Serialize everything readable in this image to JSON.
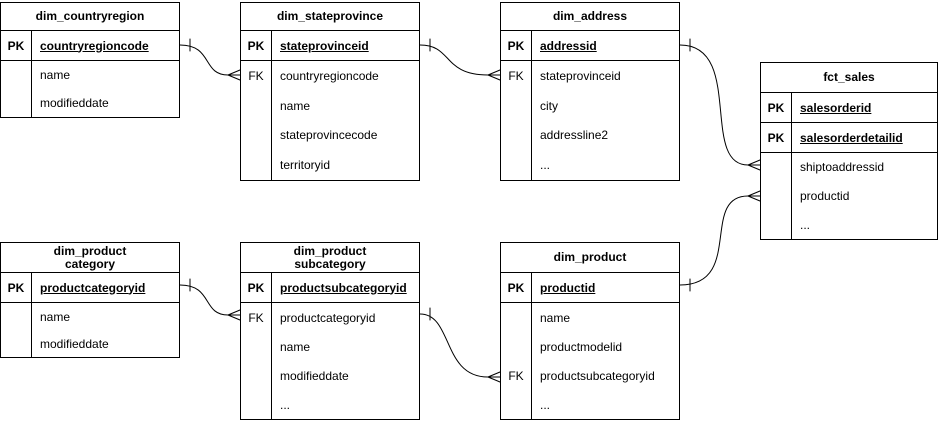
{
  "diagram": {
    "type": "entity-relationship-diagram",
    "notation": "crow-foot",
    "line_color": "#000000",
    "background_color": "#ffffff",
    "tables": [
      {
        "id": "dim_countryregion",
        "title_lines": [
          "dim_countryregion"
        ],
        "rows": [
          {
            "key": "PK",
            "label": "countryregioncode",
            "pk": true
          },
          {
            "key": "",
            "label": "name"
          },
          {
            "key": "",
            "label": "modifieddate"
          }
        ]
      },
      {
        "id": "dim_stateprovince",
        "title_lines": [
          "dim_stateprovince"
        ],
        "rows": [
          {
            "key": "PK",
            "label": "stateprovinceid",
            "pk": true
          },
          {
            "key": "FK",
            "label": "countryregioncode"
          },
          {
            "key": "",
            "label": "name"
          },
          {
            "key": "",
            "label": "stateprovincecode"
          },
          {
            "key": "",
            "label": "territoryid"
          }
        ]
      },
      {
        "id": "dim_address",
        "title_lines": [
          "dim_address"
        ],
        "rows": [
          {
            "key": "PK",
            "label": "addressid",
            "pk": true
          },
          {
            "key": "FK",
            "label": "stateprovinceid"
          },
          {
            "key": "",
            "label": "city"
          },
          {
            "key": "",
            "label": "addressline2"
          },
          {
            "key": "",
            "label": "..."
          }
        ]
      },
      {
        "id": "fct_sales",
        "title_lines": [
          "fct_sales"
        ],
        "rows": [
          {
            "key": "PK",
            "label": "salesorderid",
            "pk": true
          },
          {
            "key": "PK",
            "label": "salesorderdetailid",
            "pk": true
          },
          {
            "key": "",
            "label": "shiptoaddressid"
          },
          {
            "key": "",
            "label": "productid"
          },
          {
            "key": "",
            "label": "..."
          }
        ]
      },
      {
        "id": "dim_product category",
        "title_lines": [
          "dim_product",
          "category"
        ],
        "rows": [
          {
            "key": "PK",
            "label": "productcategoryid",
            "pk": true
          },
          {
            "key": "",
            "label": "name"
          },
          {
            "key": "",
            "label": "modifieddate"
          }
        ]
      },
      {
        "id": "dim_product subcategory",
        "title_lines": [
          "dim_product",
          "subcategory"
        ],
        "rows": [
          {
            "key": "PK",
            "label": "productsubcategoryid",
            "pk": true
          },
          {
            "key": "FK",
            "label": "productcategoryid"
          },
          {
            "key": "",
            "label": "name"
          },
          {
            "key": "",
            "label": "modifieddate"
          },
          {
            "key": "",
            "label": "..."
          }
        ]
      },
      {
        "id": "dim_product",
        "title_lines": [
          "dim_product"
        ],
        "rows": [
          {
            "key": "PK",
            "label": "productid",
            "pk": true
          },
          {
            "key": "",
            "label": "name"
          },
          {
            "key": "",
            "label": "productmodelid"
          },
          {
            "key": "FK",
            "label": "productsubcategoryid"
          },
          {
            "key": "",
            "label": "..."
          }
        ]
      }
    ],
    "relationships": [
      {
        "from_table": "dim_countryregion",
        "from_marker": "one",
        "to_table": "dim_stateprovince",
        "to_marker": "many"
      },
      {
        "from_table": "dim_stateprovince",
        "from_marker": "one",
        "to_table": "dim_address",
        "to_marker": "many"
      },
      {
        "from_table": "dim_address",
        "from_marker": "one",
        "to_table": "fct_sales",
        "to_marker": "many"
      },
      {
        "from_table": "dim_product",
        "from_marker": "one",
        "to_table": "fct_sales",
        "to_marker": "many"
      },
      {
        "from_table": "dim_product category",
        "from_marker": "one",
        "to_table": "dim_product subcategory",
        "to_marker": "many"
      },
      {
        "from_table": "dim_product subcategory",
        "from_marker": "one",
        "to_table": "dim_product",
        "to_marker": "many"
      }
    ]
  }
}
